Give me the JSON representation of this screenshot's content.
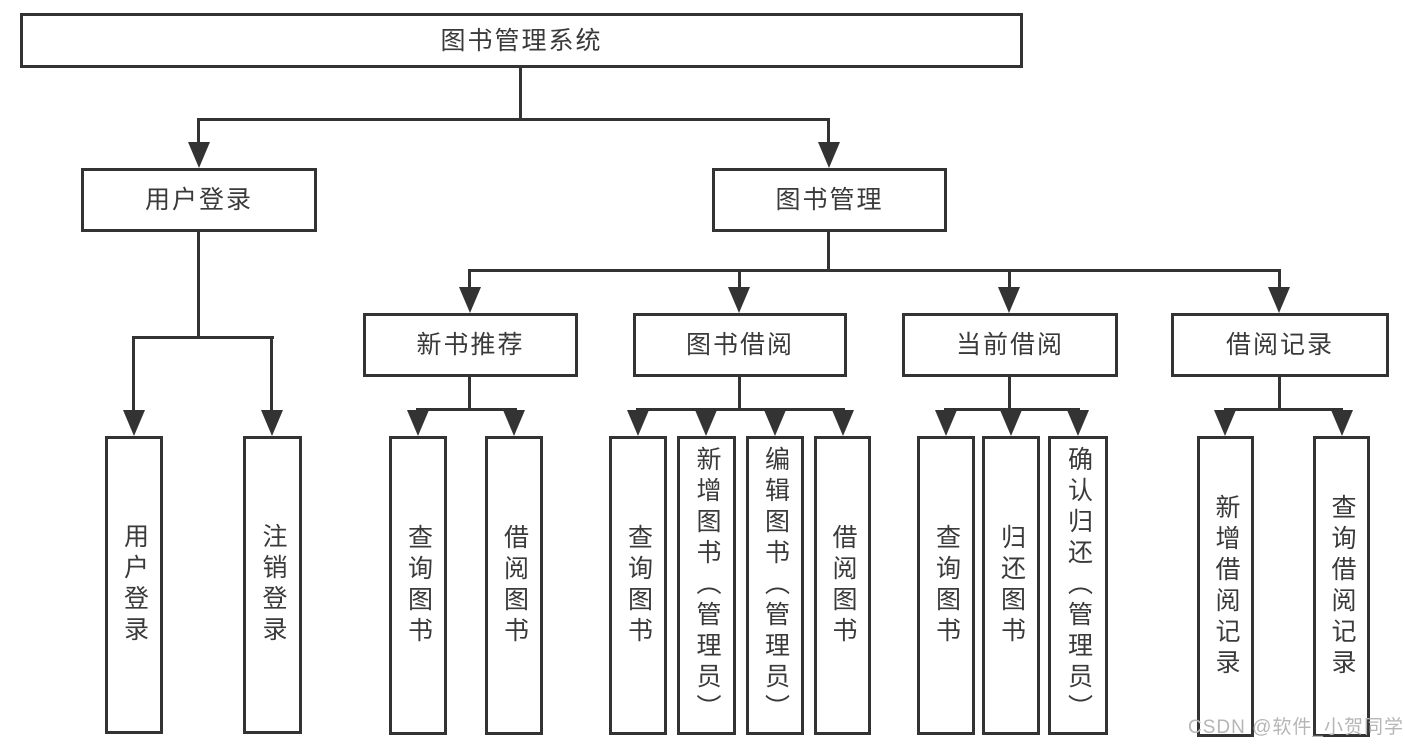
{
  "colors": {
    "line": "#333333",
    "text": "#3a3a3a",
    "watermark": "#b6b6b6",
    "background": "#ffffff"
  },
  "tree": {
    "root": {
      "label": "图书管理系统",
      "children": [
        {
          "label": "用户登录",
          "children": [
            {
              "label": "用户登录"
            },
            {
              "label": "注销登录"
            }
          ]
        },
        {
          "label": "图书管理",
          "children": [
            {
              "label": "新书推荐",
              "children": [
                {
                  "label": "查询图书"
                },
                {
                  "label": "借阅图书"
                }
              ]
            },
            {
              "label": "图书借阅",
              "children": [
                {
                  "label": "查询图书"
                },
                {
                  "label": "新增图书（管理员）"
                },
                {
                  "label": "编辑图书（管理员）"
                },
                {
                  "label": "借阅图书"
                }
              ]
            },
            {
              "label": "当前借阅",
              "children": [
                {
                  "label": "查询图书"
                },
                {
                  "label": "归还图书"
                },
                {
                  "label": "确认归还（管理员）"
                }
              ]
            },
            {
              "label": "借阅记录",
              "children": [
                {
                  "label": "新增借阅记录"
                },
                {
                  "label": "查询借阅记录"
                }
              ]
            }
          ]
        }
      ]
    }
  },
  "watermark": {
    "text": "CSDN @软件_小贺同学"
  }
}
